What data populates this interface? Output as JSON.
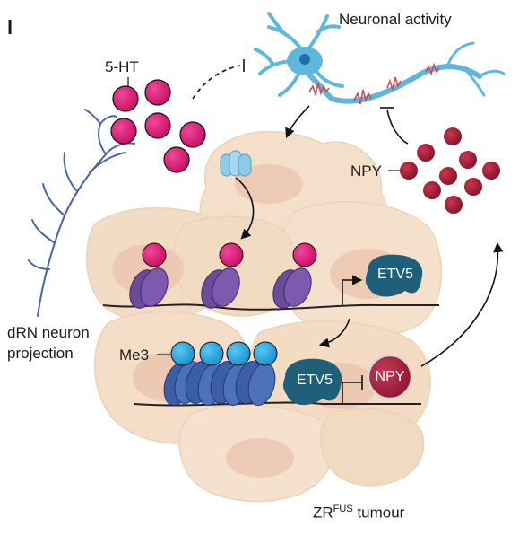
{
  "panel_label": "l",
  "labels": {
    "serotonin": "5-HT",
    "neuronal_activity": "Neuronal activity",
    "npy_peptides": "NPY",
    "drn_line1": "dRN neuron",
    "drn_line2": "projection",
    "me3": "Me3",
    "etv5_top": "ETV5",
    "etv5_bottom": "ETV5",
    "npy_pill": "NPY",
    "tumour_base": "ZR",
    "tumour_sup": "FUS",
    "tumour_suffix": "tumour"
  },
  "colors": {
    "serotonin": "#d81470",
    "neuron": "#5fb8dc",
    "npy": "#9c1e35",
    "etv5": "#1f5f78",
    "me3": "#29a8e0",
    "nucleosome_active": "#6b4c9a",
    "nucleosome_repressed": "#3d5ea6",
    "tumour_cell": "#f3ddc6",
    "drn": "#4a63a8"
  }
}
